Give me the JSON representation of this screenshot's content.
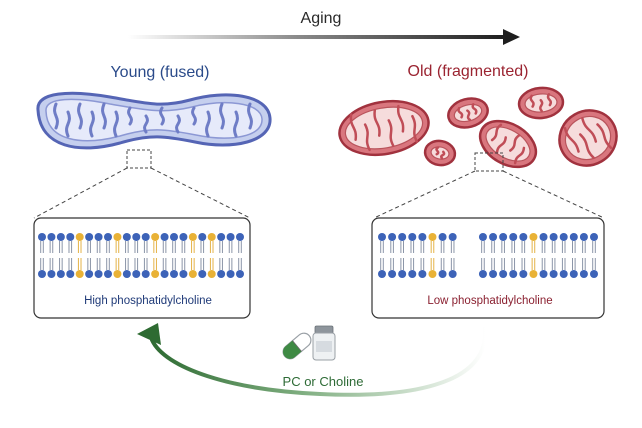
{
  "header": {
    "aging_label": "Aging"
  },
  "young": {
    "label": "Young (fused)",
    "membrane_label": "High phosphatidylcholine"
  },
  "old": {
    "label": "Old (fragmented)",
    "membrane_label": "Low phosphatidylcholine"
  },
  "treatment": {
    "label": "PC or Choline"
  },
  "colors": {
    "young_fill": "#c5cfee",
    "young_stroke": "#5565b5",
    "old_fill": "#d9767e",
    "old_stroke": "#a1323e",
    "lipid_head": "#3d63b8",
    "pc_head": "#e9b236",
    "arrow_green": "#3c7d40"
  }
}
